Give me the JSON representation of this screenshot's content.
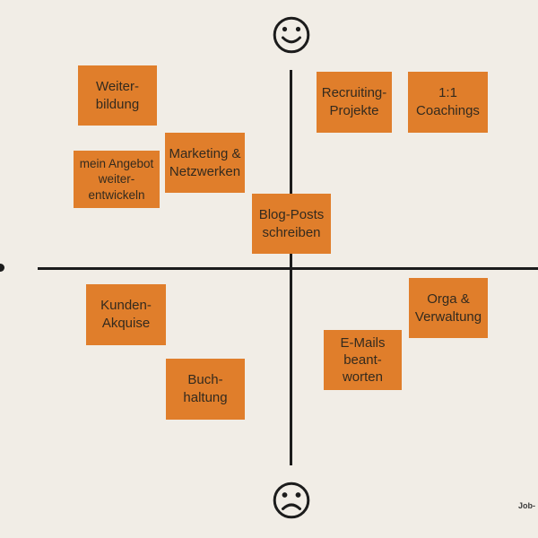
{
  "matrix": {
    "type": "2x2-mood-task-matrix",
    "vertical_axis": {
      "top_icon": "smiley-face",
      "bottom_icon": "sad-face"
    },
    "horizontal_axis": {
      "left_marker": "dot"
    }
  },
  "notes": [
    {
      "name": "weiterbildung",
      "text": "Weiter-\nbildung",
      "quadrant": "top-left"
    },
    {
      "name": "mein-angebot-weiterentwickeln",
      "text": "mein Angebot\nweiter-\nentwickeln",
      "quadrant": "top-left"
    },
    {
      "name": "marketing-netzwerken",
      "text": "Marketing &\nNetzwerken",
      "quadrant": "top-left"
    },
    {
      "name": "blog-posts-schreiben",
      "text": "Blog-Posts\nschreiben",
      "quadrant": "top-center-on-axis"
    },
    {
      "name": "recruiting-projekte",
      "text": "Recruiting-\nProjekte",
      "quadrant": "top-right"
    },
    {
      "name": "1-1-coachings",
      "text": "1:1\nCoachings",
      "quadrant": "top-right"
    },
    {
      "name": "kunden-akquise",
      "text": "Kunden-\nAkquise",
      "quadrant": "bottom-left"
    },
    {
      "name": "buchhaltung",
      "text": "Buch-\nhaltung",
      "quadrant": "bottom-left"
    },
    {
      "name": "orga-verwaltung",
      "text": "Orga &\nVerwaltung",
      "quadrant": "bottom-right"
    },
    {
      "name": "e-mails-beantworten",
      "text": "E-Mails\nbeant-\nworten",
      "quadrant": "bottom-right"
    }
  ],
  "watermark": {
    "text": "Job-"
  },
  "colors": {
    "background": "#F1EDE6",
    "note_fill": "#E07E2B",
    "note_text": "#332A1E",
    "axis": "#1C1C1C",
    "watermark": "#3B3B3B"
  }
}
